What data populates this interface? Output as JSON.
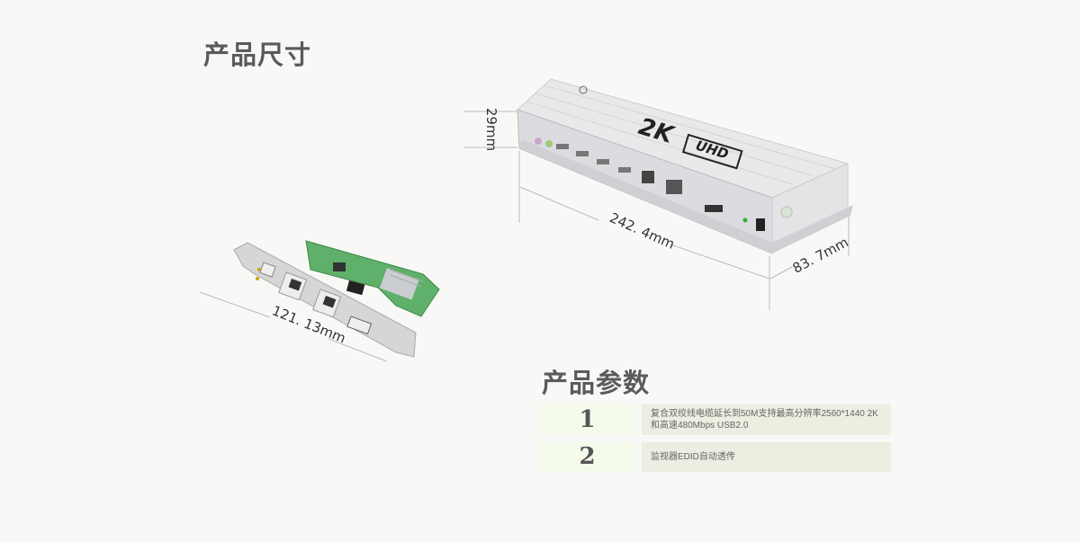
{
  "sections": {
    "size_title": "产品尺寸",
    "params_title": "产品参数"
  },
  "dimensions": {
    "height": "29mm",
    "length": "242. 4mm",
    "width": "83. 7mm",
    "card_length": "121. 13mm"
  },
  "device": {
    "badge_2k": "2K",
    "badge_uhd": "UHD"
  },
  "params": [
    {
      "num": "1",
      "text": "复合双绞线电缆延长到50M支持最高分辨率2560*1440 2K 和高速480Mbps USB2.0"
    },
    {
      "num": "2",
      "text": "监视器EDID自动透传"
    }
  ]
}
